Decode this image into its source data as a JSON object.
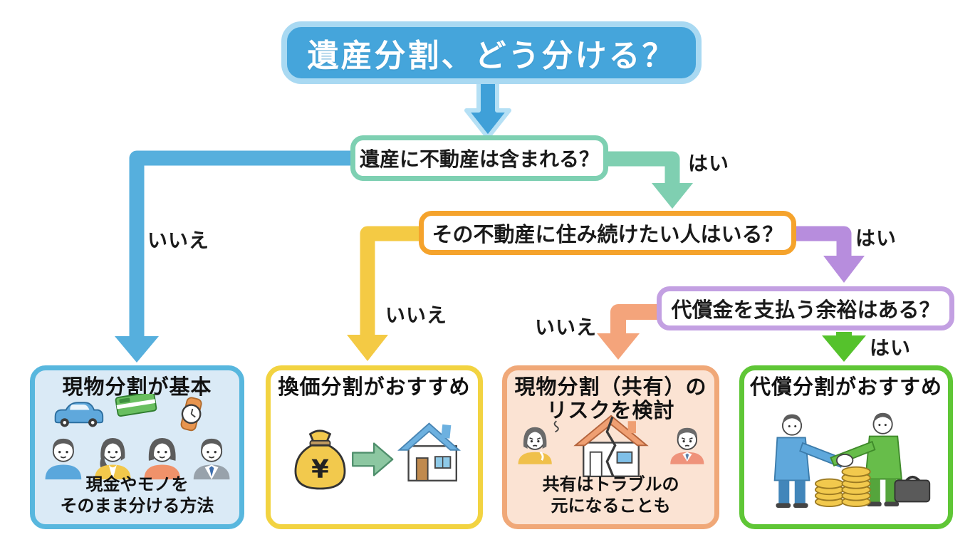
{
  "flowchart": {
    "title": "遺産分割、どう分ける？",
    "questions": {
      "q1": "遺産に不動産は含まれる？",
      "q2": "その不動産に住み続けたい人はいる？",
      "q3": "代償金を支払う余裕はある？"
    },
    "labels": {
      "no_q1": "いいえ",
      "yes_q1": "はい",
      "no_q2": "いいえ",
      "yes_q2": "はい",
      "no_q3": "いいえ",
      "yes_q3": "はい"
    },
    "outcomes": {
      "o1": {
        "title": "現物分割が基本",
        "caption": "現金やモノを\nそのまま分ける方法",
        "icons": [
          "car-icon",
          "bankbook-icon",
          "watch-icon",
          "family-icon"
        ]
      },
      "o2": {
        "title": "換価分割がおすすめ",
        "caption": "",
        "icons": [
          "money-bag-icon",
          "arrow-right-icon",
          "house-icon"
        ]
      },
      "o3": {
        "title": "現物分割（共有）の\nリスクを検討",
        "caption": "共有はトラブルの\n元になることも",
        "icons": [
          "worried-woman-icon",
          "cracked-house-icon",
          "worried-man-icon"
        ]
      },
      "o4": {
        "title": "代償分割がおすすめ",
        "caption": "",
        "icons": [
          "handshake-icon",
          "coins-icon",
          "briefcase-icon"
        ]
      }
    },
    "colors": {
      "title_fill": "#45a5db",
      "title_border": "#a9d9f2",
      "root_arrow": "#3fa0d8",
      "root_arrow_outline": "#b5e0f5",
      "q1_border": "#7ed0b2",
      "q2_border": "#f5a32c",
      "q3_border": "#c3a0e2",
      "branch_no_q1": "#56afdd",
      "branch_yes_q1": "#7fcfb1",
      "branch_no_q2": "#f4ca44",
      "branch_yes_q2": "#b78ddd",
      "branch_no_q3": "#f4a47b",
      "branch_yes_q3": "#55c22c",
      "o1_border": "#58b7de",
      "o1_bg": "#daeaf6",
      "o2_border": "#f2d341",
      "o2_bg": "#ffffff",
      "o3_border": "#f0a878",
      "o3_bg": "#fbe3d3",
      "o4_border": "#5fc636",
      "o4_bg": "#ffffff"
    }
  }
}
